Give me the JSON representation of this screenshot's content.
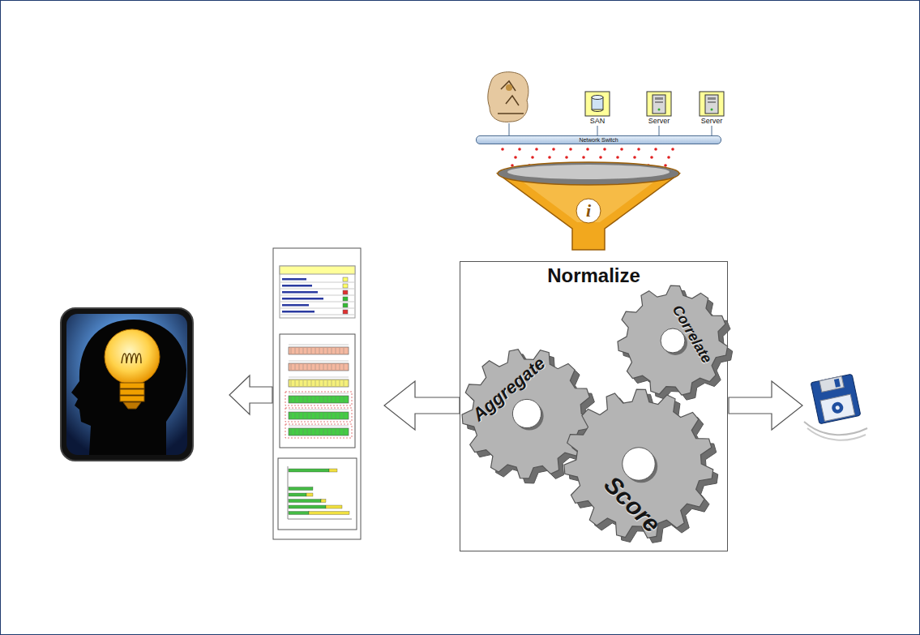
{
  "diagram": {
    "nodes": [
      {
        "text": [
          "SAN"
        ]
      },
      {
        "text": [
          "Server"
        ]
      },
      {
        "text": [
          "Server"
        ]
      },
      {
        "text": [
          "Network Switch"
        ]
      },
      {
        "text": [
          "i"
        ]
      },
      {
        "text": [
          "Normalize"
        ]
      },
      {
        "text": [
          "Aggregate"
        ],
        "in": 5
      },
      {
        "text": [
          "Correlate"
        ],
        "in": 5
      },
      {
        "text": [
          "Score"
        ],
        "in": 5
      }
    ],
    "edges": [
      {
        "from": 0,
        "to": 3,
        "arrow": "none"
      },
      {
        "from": 1,
        "to": 3,
        "arrow": "none"
      },
      {
        "from": 2,
        "to": 3,
        "arrow": "none"
      }
    ]
  }
}
